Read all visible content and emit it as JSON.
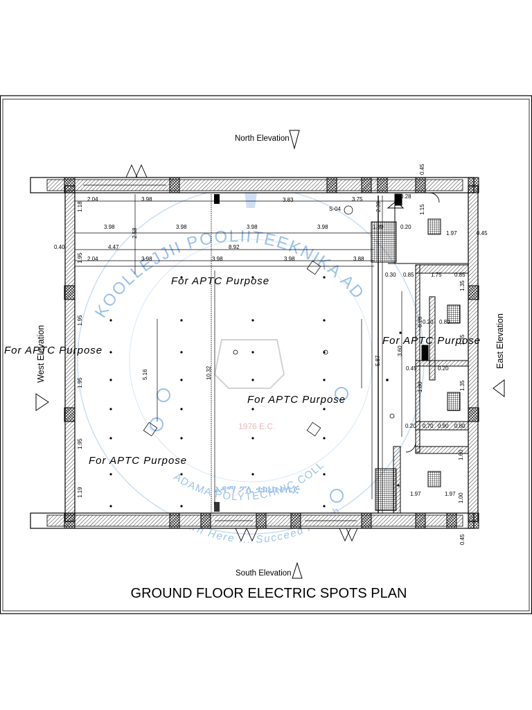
{
  "sheet": {
    "title": "GROUND FLOOR ELECTRIC SPOTS PLAN",
    "wall_color": "#000000",
    "watermark_color": "#4a90d9"
  },
  "elevations": {
    "north": "North Elevation",
    "south": "South Elevation",
    "east": "East Elevation",
    "west": "West Elevation"
  },
  "watermark": {
    "top_arc": "KOOLLEJJII POOLIITEEKNIKA ADAAMAA",
    "bottom_arc": "ADAMA POLYTECHNIC COLLEGE",
    "amharic": "አዳማ ፖሊ ቴክኒክ ኮሌጅ",
    "year": "1976 E.C.",
    "motto": "Learn Here ... Succeed Anywhere",
    "stamp_text": "For APTC Purpose"
  },
  "dimensions": {
    "horizontal": [
      "2.04",
      "3.98",
      "3.83",
      "3.75",
      "0.28",
      "3.98",
      "3.98",
      "3.98",
      "3.98",
      "1.89",
      "0.20",
      "1.97",
      "0.45",
      "0.40",
      "4.47",
      "8.92",
      "2.04",
      "3.98",
      "3.98",
      "3.98",
      "3.88",
      "0.30",
      "0.85",
      "1.75",
      "0.85",
      "0.20",
      "0.80",
      "0.45",
      "0.20",
      "0.20",
      "0.70",
      "0.90",
      "0.80",
      "1.97",
      "1.97"
    ],
    "vertical": [
      "0.45",
      "1.18",
      "2.58",
      "2.39",
      "1.95",
      "1.95",
      "1.95",
      "1.95",
      "1.19",
      "5.16",
      "10.32",
      "5.87",
      "3.60",
      "1.80",
      "0.20",
      "1.35",
      "1.35",
      "1.35",
      "1.60",
      "1.00",
      "0.45",
      "1.15"
    ],
    "label_so4": "S-04"
  }
}
